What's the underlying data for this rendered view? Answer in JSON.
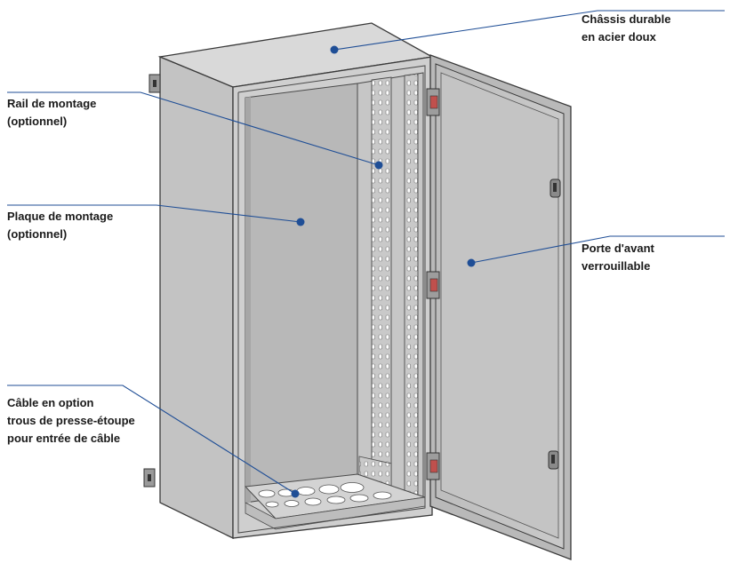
{
  "callouts": {
    "chassis": {
      "line1": "Châssis durable",
      "line2": "en acier doux"
    },
    "rail": {
      "line1": "Rail de montage",
      "line2": "(optionnel)"
    },
    "plaque": {
      "line1": "Plaque de montage",
      "line2": "(optionnel)"
    },
    "porte": {
      "line1": "Porte d'avant",
      "line2": "verrouillable"
    },
    "cable": {
      "line1": "Câble en option",
      "line2": "trous de presse-étoupe",
      "line3": "pour entrée de câble"
    }
  },
  "colors": {
    "leader": "#1f4e96",
    "marker": "#1f4e96",
    "outline": "#3a3a3a",
    "steel_light": "#d6d6d6",
    "steel_mid": "#c2c2c2",
    "steel_dark": "#a9a9a9",
    "hinge": "#c0504d"
  }
}
